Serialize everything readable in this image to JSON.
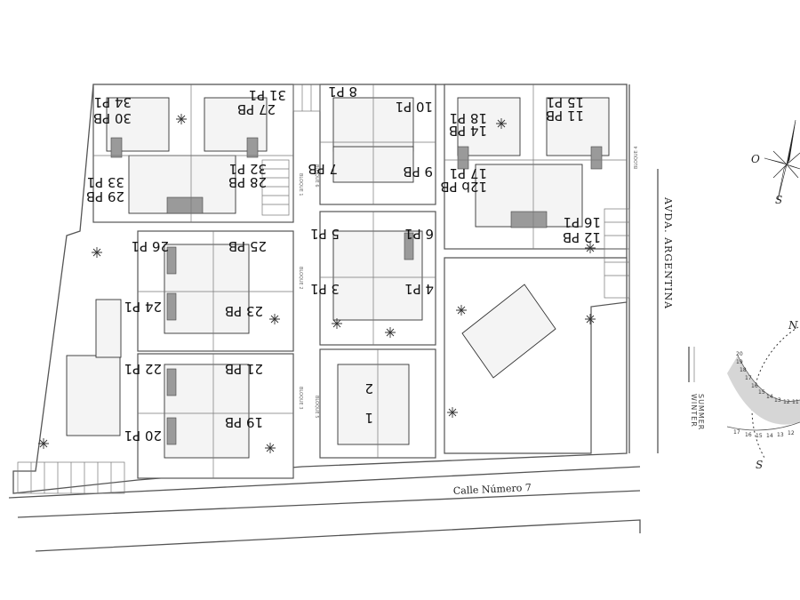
{
  "streets": {
    "calle": "Calle Número 7",
    "avenida": "AVDA. ARGENTINA"
  },
  "blocks": [
    "BLOQUE 1",
    "BLOQUE 2",
    "BLOQUE 3",
    "BLOQUE 4",
    "BLOQUE 5",
    "BLOQUE 6"
  ],
  "units": [
    {
      "id": "u34",
      "label": "34 P1"
    },
    {
      "id": "u30",
      "label": "30 PB"
    },
    {
      "id": "u31",
      "label": "31 P1"
    },
    {
      "id": "u27",
      "label": "27 PB"
    },
    {
      "id": "u33",
      "label": "33 P1"
    },
    {
      "id": "u29",
      "label": "29 PB"
    },
    {
      "id": "u32",
      "label": "32 P1"
    },
    {
      "id": "u28",
      "label": "28 PB"
    },
    {
      "id": "u8",
      "label": "8 P1"
    },
    {
      "id": "u7",
      "label": "7 PB"
    },
    {
      "id": "u10",
      "label": "10 P1"
    },
    {
      "id": "u9",
      "label": "9 PB"
    },
    {
      "id": "u18",
      "label": "18 P1"
    },
    {
      "id": "u14",
      "label": "14 PB"
    },
    {
      "id": "u15",
      "label": "15 P1"
    },
    {
      "id": "u11",
      "label": "11 PB"
    },
    {
      "id": "u17",
      "label": "17 P1"
    },
    {
      "id": "u12b",
      "label": "12b PB"
    },
    {
      "id": "u16",
      "label": "16 P1"
    },
    {
      "id": "u12",
      "label": "12 PB"
    },
    {
      "id": "u26",
      "label": "26 P1"
    },
    {
      "id": "u25",
      "label": "25 PB"
    },
    {
      "id": "u24",
      "label": "24 P1"
    },
    {
      "id": "u23",
      "label": "23 PB"
    },
    {
      "id": "u5",
      "label": "5 P1"
    },
    {
      "id": "u6",
      "label": "6 P1"
    },
    {
      "id": "u3",
      "label": "3 P1"
    },
    {
      "id": "u4",
      "label": "4 P1"
    },
    {
      "id": "u22",
      "label": "22 P1"
    },
    {
      "id": "u21",
      "label": "21 PB"
    },
    {
      "id": "u20",
      "label": "20 P1"
    },
    {
      "id": "u19",
      "label": "19 PB"
    },
    {
      "id": "u2",
      "label": "2"
    },
    {
      "id": "u1",
      "label": "1"
    }
  ],
  "sun_legend": {
    "summer": "SUMMER",
    "winter": "WINTER"
  },
  "compass": {
    "north": "N",
    "south": "S",
    "west": "O"
  },
  "sun_hours_summer": [
    "20",
    "19",
    "18",
    "17",
    "16",
    "15",
    "14",
    "13",
    "12",
    "11"
  ],
  "sun_hours_winter": [
    "17",
    "16",
    "15",
    "14",
    "13",
    "12"
  ]
}
